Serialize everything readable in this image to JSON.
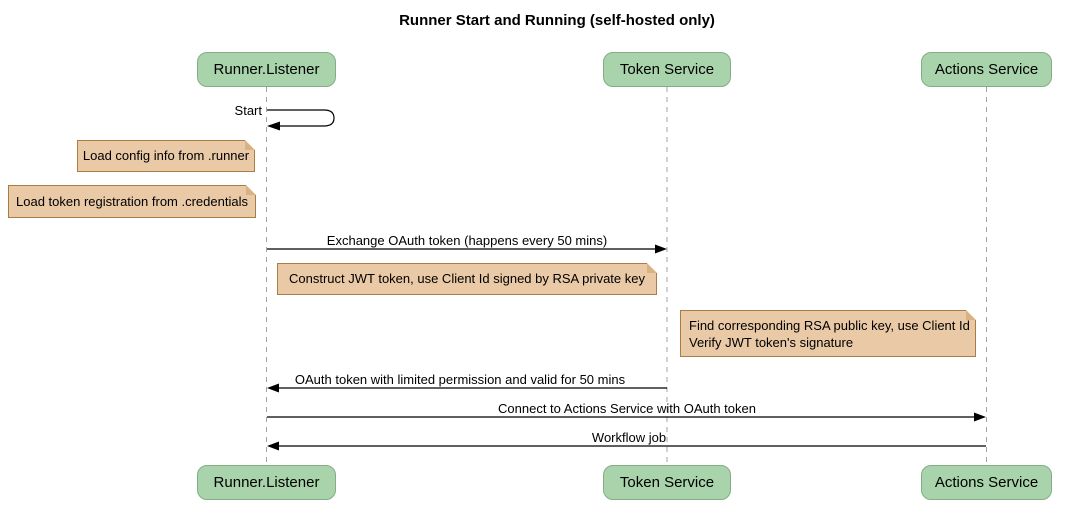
{
  "title": "Runner Start and Running (self-hosted only)",
  "participants": [
    {
      "label": "Runner.Listener"
    },
    {
      "label": "Token Service"
    },
    {
      "label": "Actions Service"
    }
  ],
  "self_message": {
    "label": "Start",
    "from": "Runner.Listener",
    "to": "Runner.Listener"
  },
  "notes": [
    {
      "text": "Load config info from .runner"
    },
    {
      "text": "Load token registration from .credentials"
    },
    {
      "text": "Construct JWT token, use Client Id signed by RSA private key"
    },
    {
      "lines": [
        "Find corresponding RSA public key, use Client Id",
        "Verify JWT token's signature"
      ]
    }
  ],
  "messages": [
    {
      "label": "Exchange OAuth token (happens every 50 mins)",
      "from": "Runner.Listener",
      "to": "Token Service"
    },
    {
      "label": "OAuth token with limited permission and valid for 50 mins",
      "from": "Token Service",
      "to": "Runner.Listener"
    },
    {
      "label": "Connect to Actions Service with OAuth token",
      "from": "Runner.Listener",
      "to": "Actions Service"
    },
    {
      "label": "Workflow job",
      "from": "Actions Service",
      "to": "Runner.Listener"
    }
  ],
  "colors": {
    "actor_fill": "#a8d3ab",
    "actor_border": "#84ad87",
    "note_fill": "#e9c9a6",
    "note_border": "#aa7d44",
    "note_fold": "#d9b284",
    "lifeline": "#a3a3a3",
    "arrow": "#000000",
    "bg": "#ffffff",
    "text": "#000000"
  }
}
